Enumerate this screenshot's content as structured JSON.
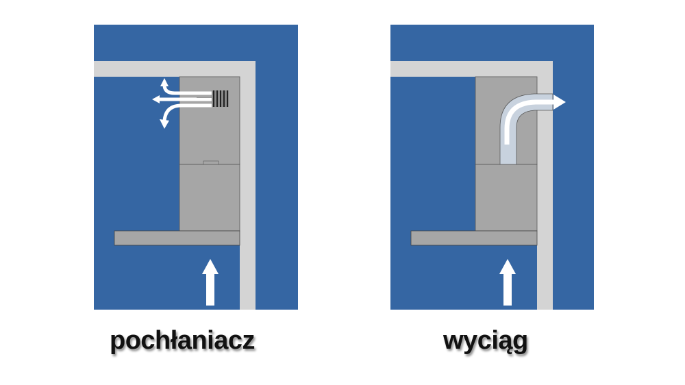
{
  "colors": {
    "background_blue": "#3566a3",
    "wall": "#d4d4d4",
    "hood": "#a6a6a6",
    "arrow": "#ffffff",
    "duct": "#c8d2de",
    "caption": "#111111"
  },
  "panels": [
    {
      "id": "left",
      "caption": "pochłaniacz",
      "airflow": [
        "upward-intake-arrow",
        "outlet-arrow-up",
        "outlet-arrow-left",
        "outlet-arrow-down"
      ],
      "has_filter_grille": true
    },
    {
      "id": "right",
      "caption": "wyciąg",
      "airflow": [
        "upward-intake-arrow",
        "duct-exhaust-arrow-through-wall"
      ],
      "has_duct": true
    }
  ]
}
